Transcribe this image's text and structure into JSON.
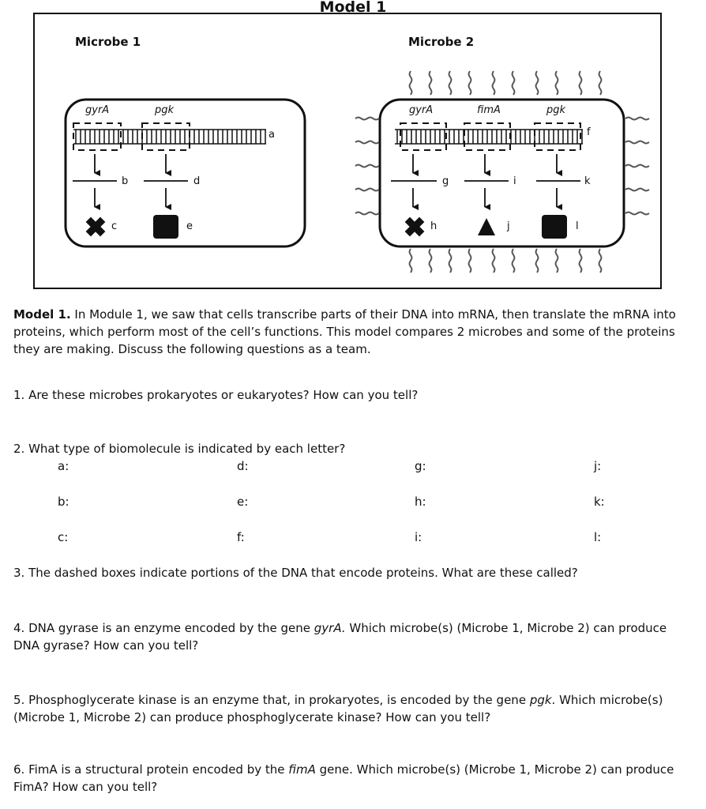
{
  "model_title": "Model 1",
  "figure": {
    "microbe1": {
      "label": "Microbe 1",
      "genes": [
        "gyrA",
        "pgk"
      ],
      "letters": {
        "a": "a",
        "b": "b",
        "c": "c",
        "d": "d",
        "e": "e"
      }
    },
    "microbe2": {
      "label": "Microbe 2",
      "genes": [
        "gyrA",
        "fimA",
        "pgk"
      ],
      "letters": {
        "f": "f",
        "g": "g",
        "h": "h",
        "i": "i",
        "j": "j",
        "k": "k",
        "l": "l"
      }
    }
  },
  "intro": {
    "lead": "Model 1.",
    "line1": " In Module 1, we saw that cells transcribe parts of their DNA into mRNA, then translate the mRNA into",
    "line2": "proteins, which perform most of the cell’s functions.  This model compares 2 microbes and some of the proteins",
    "line3": "they are making. Discuss the following questions as a team."
  },
  "questions": {
    "q1": "1. Are these microbes prokaryotes or eukaryotes? How can you tell?",
    "q2": "2. What type of biomolecule is indicated by each letter?",
    "q2_labels": {
      "a": "a:",
      "b": "b:",
      "c": "c:",
      "d": "d:",
      "e": "e:",
      "f": "f:",
      "g": "g:",
      "h": "h:",
      "i": "i:",
      "j": "j:",
      "k": "k:",
      "l": "l:"
    },
    "q3": "3. The dashed boxes indicate portions of the DNA that encode proteins. What are these called?",
    "q4": {
      "p1": "4. DNA gyrase is an enzyme encoded by the gene ",
      "gene": "gyrA.",
      "p2": " Which microbe(s) (Microbe 1, Microbe 2) can produce",
      "line2": "DNA gyrase? How can you tell?"
    },
    "q5": {
      "p1": "5. Phosphoglycerate kinase is an enzyme that, in prokaryotes, is encoded by the gene ",
      "gene": "pgk",
      "p2": ". Which microbe(s)",
      "line2": "(Microbe 1, Microbe 2) can produce phosphoglycerate kinase? How can you tell?"
    },
    "q6": {
      "p1": "6. FimA is a structural protein encoded by the ",
      "gene": "fimA",
      "p2": " gene. Which microbe(s) (Microbe 1, Microbe 2) can produce",
      "line2": "FimA? How can you tell?"
    }
  }
}
